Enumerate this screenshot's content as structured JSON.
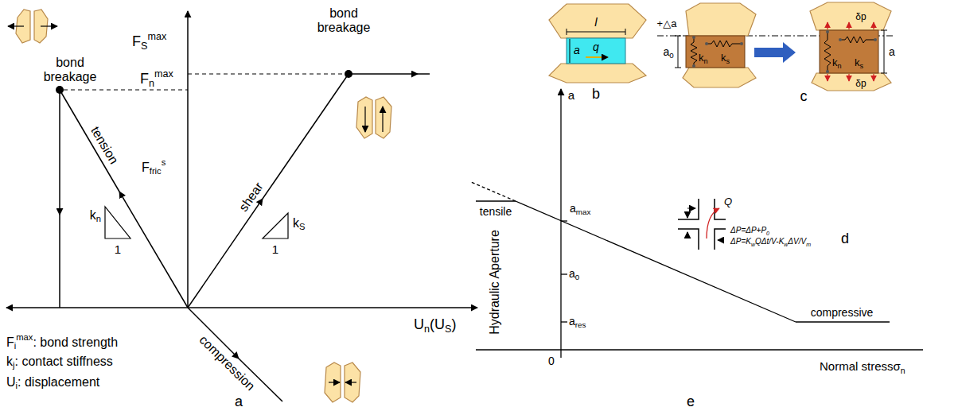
{
  "diagram": {
    "labels": [
      "bond breakage",
      "bond breakage",
      "F",
      "S",
      "max",
      "F",
      "n",
      "max",
      "tension",
      "k",
      "n",
      "1",
      "F",
      "fric",
      "s",
      "shear",
      "k",
      "S",
      "1",
      "U",
      "n",
      "(U",
      "S",
      ")",
      "compression",
      "F",
      "i",
      "max",
      ": bond strength",
      "k",
      "j",
      ": contact stiffness",
      "U",
      "i",
      ": displacement",
      "a",
      "l",
      "a",
      "q",
      "b",
      "+△a",
      "a",
      "0",
      "k",
      "n",
      "k",
      "s",
      "δp",
      "δp",
      "a",
      "c",
      "k",
      "n",
      "k",
      "s",
      "Q",
      "ΔP=ΔP+P",
      "0",
      "ΔP=K",
      "w",
      "QΔt/V-K",
      "w",
      "ΔV/V",
      "m",
      "d",
      "a",
      "Hydraulic Aperture",
      "a",
      "max",
      "a",
      "0",
      "a",
      "res",
      "tensile",
      "compressive",
      "0",
      "Normal stress",
      "σ",
      "n",
      "e"
    ]
  }
}
